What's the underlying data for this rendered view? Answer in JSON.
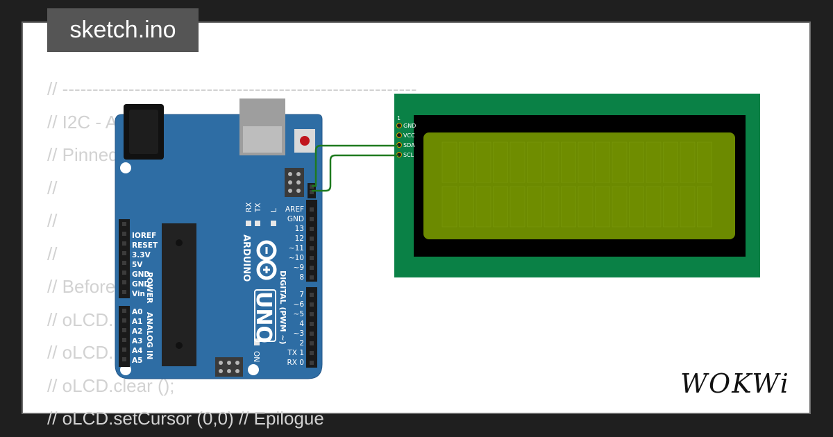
{
  "file_tab": {
    "title": "sketch.ino"
  },
  "code_lines": [
    "// -----------------------------------------------------------",
    "// I2C - Arduino",
    "// Pinned SDA, SCL I2C",
    "//",
    "//",
    "//",
    "// Before",
    "// oLCD.",
    "// oLCD.",
    "// oLCD.clear ();",
    "// oLCD.setCursor (0,0) // Epilogue"
  ],
  "arduino": {
    "brand": "ARDUINO",
    "model": "UNO",
    "power_header_title": "POWER",
    "analog_header_title": "ANALOG IN",
    "digital_header_title": "DIGITAL (PWM ~)",
    "power_pins": [
      "IOREF",
      "RESET",
      "3.3V",
      "5V",
      "GND",
      "GND",
      "Vin"
    ],
    "analog_pins": [
      "A0",
      "A1",
      "A2",
      "A3",
      "A4",
      "A5"
    ],
    "digital_top_pins": [
      "AREF",
      "GND",
      "13",
      "12",
      "~11",
      "~10",
      "~9",
      "8"
    ],
    "digital_bottom_pins": [
      "7",
      "~6",
      "~5",
      "4",
      "~3",
      "2",
      "TX 1",
      "RX 0"
    ],
    "led_labels": {
      "rx": "RX",
      "tx": "TX",
      "l": "L",
      "on": "ON"
    },
    "colors": {
      "board": "#2e6da4",
      "header": "#1a1a1a",
      "reset_button": "#c0151d"
    }
  },
  "lcd": {
    "pin_index_label": "1",
    "pins": [
      "GND",
      "VCC",
      "SDA",
      "SCL"
    ],
    "colors": {
      "pcb": "#0a8146",
      "bezel": "#000000",
      "screen": "#6c8a00"
    }
  },
  "wires": {
    "color": "#1e7a1e"
  },
  "logo": {
    "text": "WOKWi"
  }
}
